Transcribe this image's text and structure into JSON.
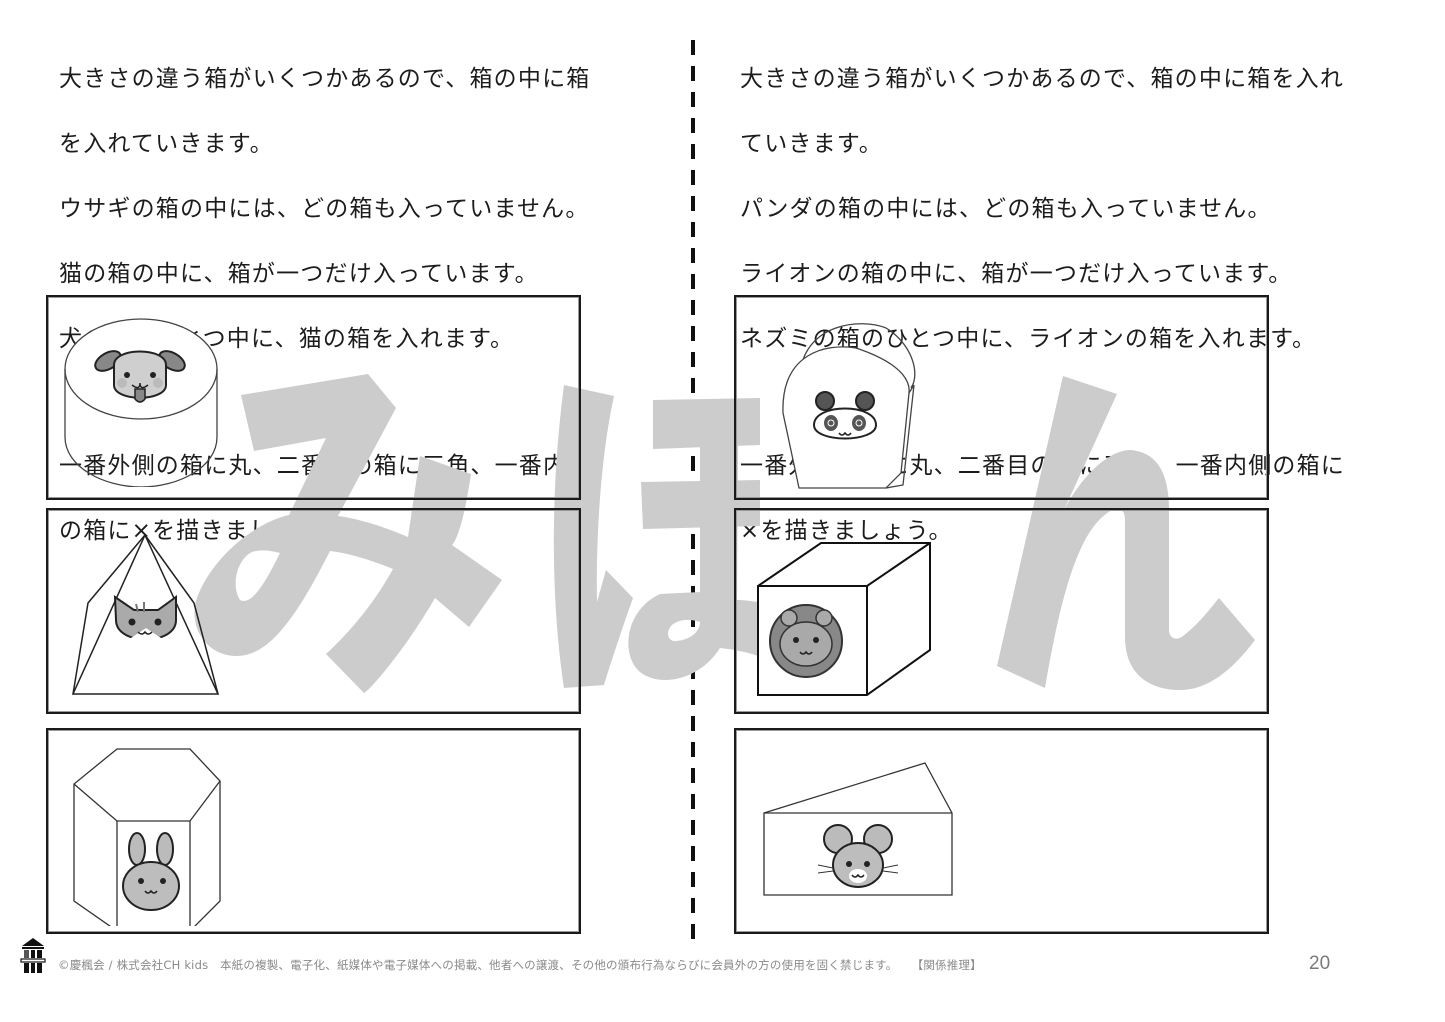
{
  "left_problem": {
    "lines": [
      "大きさの違う箱がいくつかあるので、箱の中に箱",
      "を入れていきます。",
      "ウサギの箱の中には、どの箱も入っていません。",
      "猫の箱の中に、箱が一つだけ入っています。",
      "犬の箱のひとつ中に、猫の箱を入れます。"
    ],
    "task_lines": [
      "一番外側の箱に丸、二番目の箱に三角、一番内側",
      "の箱に×を描きましょう。"
    ],
    "boxes": [
      {
        "animal": "dog",
        "shape": "cylinder",
        "icon": "dog-face-icon"
      },
      {
        "animal": "cat",
        "shape": "pyramid",
        "icon": "cat-face-icon"
      },
      {
        "animal": "rabbit",
        "shape": "hexagonal-prism",
        "icon": "rabbit-face-icon"
      }
    ]
  },
  "right_problem": {
    "lines": [
      "大きさの違う箱がいくつかあるので、箱の中に箱を入れ",
      "ていきます。",
      "パンダの箱の中には、どの箱も入っていません。",
      "ライオンの箱の中に、箱が一つだけ入っています。",
      "ネズミの箱のひとつ中に、ライオンの箱を入れます。"
    ],
    "task_lines": [
      "一番外側の箱に丸、二番目の箱に三角、一番内側の箱に",
      "×を描きましょう。"
    ],
    "boxes": [
      {
        "animal": "panda",
        "shape": "takeout-box",
        "icon": "panda-face-icon"
      },
      {
        "animal": "lion",
        "shape": "cube",
        "icon": "lion-face-icon"
      },
      {
        "animal": "mouse",
        "shape": "cheese-wedge",
        "icon": "mouse-face-icon"
      }
    ]
  },
  "watermark": {
    "text": "みほん",
    "color": "#cccccc"
  },
  "footer": {
    "copyright": "©慶楓会 / 株式会社CH kids　本紙の複製、電子化、紙媒体や電子媒体への掲載、他者への譲渡、その他の頒布行為ならびに会員外の方の使用を固く禁じます。",
    "topic": "【関係推理】",
    "page_number": "20",
    "logo_icon": "building-logo-icon"
  }
}
